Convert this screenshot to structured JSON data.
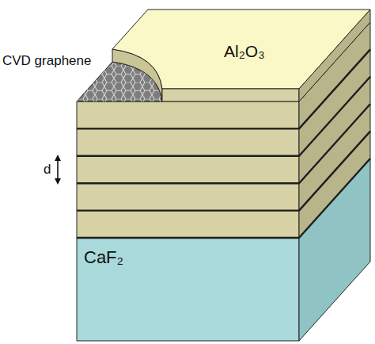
{
  "diagram": {
    "labels": [
      "CVD graphene",
      "Al₂O₃",
      "d",
      "CaF₂"
    ]
  }
}
